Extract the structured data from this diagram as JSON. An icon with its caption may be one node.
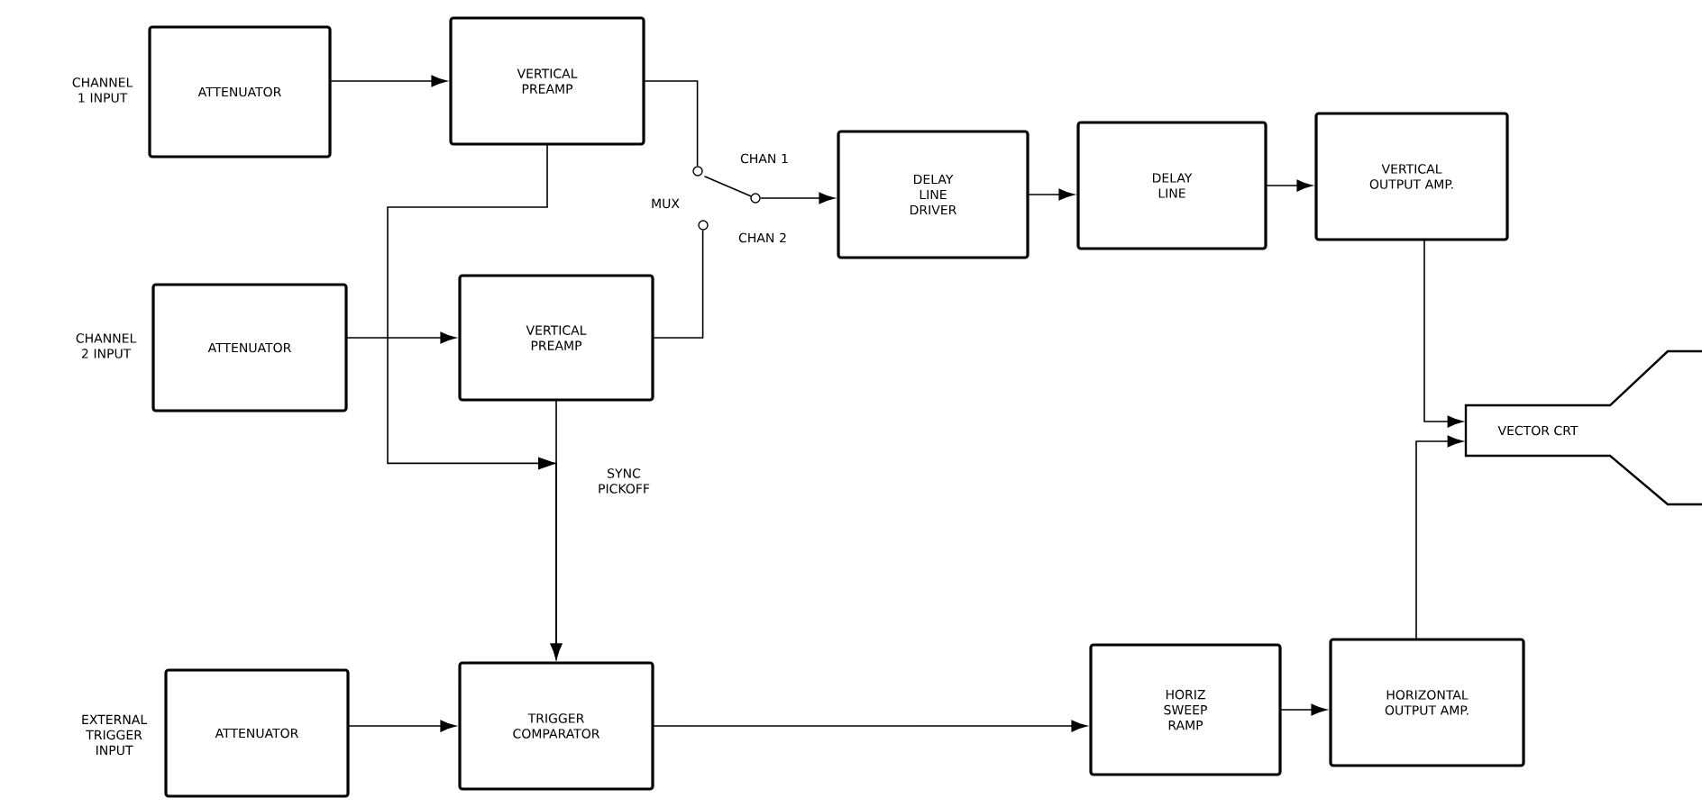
{
  "diagram": {
    "nodes": [
      {
        "text": [
          "ATTENUATOR"
        ],
        "beside": [
          "CHANNEL 1 INPUT"
        ]
      },
      {
        "text": [
          "VERTICAL PREAMP"
        ]
      },
      {
        "text": [
          "ATTENUATOR"
        ],
        "beside": [
          "CHANNEL 2 INPUT"
        ]
      },
      {
        "text": [
          "VERTICAL PREAMP"
        ]
      },
      {
        "text": [],
        "shape": "switch"
      },
      {
        "text": [
          "DELAY LINE DRIVER"
        ]
      },
      {
        "text": [
          "DELAY LINE"
        ]
      },
      {
        "text": [
          "VERTICAL OUTPUT AMP."
        ]
      },
      {
        "text": [
          "VECTOR CRT"
        ]
      },
      {
        "text": [
          "ATTENUATOR"
        ],
        "beside": [
          "EXTERNAL TRIGGER INPUT"
        ]
      },
      {
        "text": [
          "TRIGGER COMPARATOR"
        ]
      },
      {
        "text": [
          "HORIZ SWEEP RAMP"
        ]
      },
      {
        "text": [
          "HORIZONTAL OUTPUT AMP."
        ]
      }
    ],
    "edges": [
      {
        "from": 0,
        "to": 1,
        "arrow": "to"
      },
      {
        "from": 2,
        "to": 3,
        "arrow": "to"
      },
      {
        "from": 1,
        "to": 4,
        "arrow": "none"
      },
      {
        "from": 3,
        "to": 4,
        "arrow": "none"
      },
      {
        "from": 4,
        "to": 5,
        "arrow": "to"
      },
      {
        "from": 5,
        "to": 6,
        "arrow": "to"
      },
      {
        "from": 6,
        "to": 7,
        "arrow": "to"
      },
      {
        "from": 7,
        "to": 8,
        "arrow": "to"
      },
      {
        "from": 12,
        "to": 8,
        "arrow": "to"
      },
      {
        "from": 1,
        "to": 10,
        "arrow": "to"
      },
      {
        "from": 3,
        "to": 10,
        "arrow": "to"
      },
      {
        "from": 9,
        "to": 10,
        "arrow": "to"
      },
      {
        "from": 10,
        "to": 11,
        "arrow": "to"
      },
      {
        "from": 11,
        "to": 12,
        "arrow": "to"
      }
    ],
    "labels": [
      "CHAN 1",
      "MUX",
      "CHAN 2",
      "SYNC PICKOFF"
    ]
  }
}
